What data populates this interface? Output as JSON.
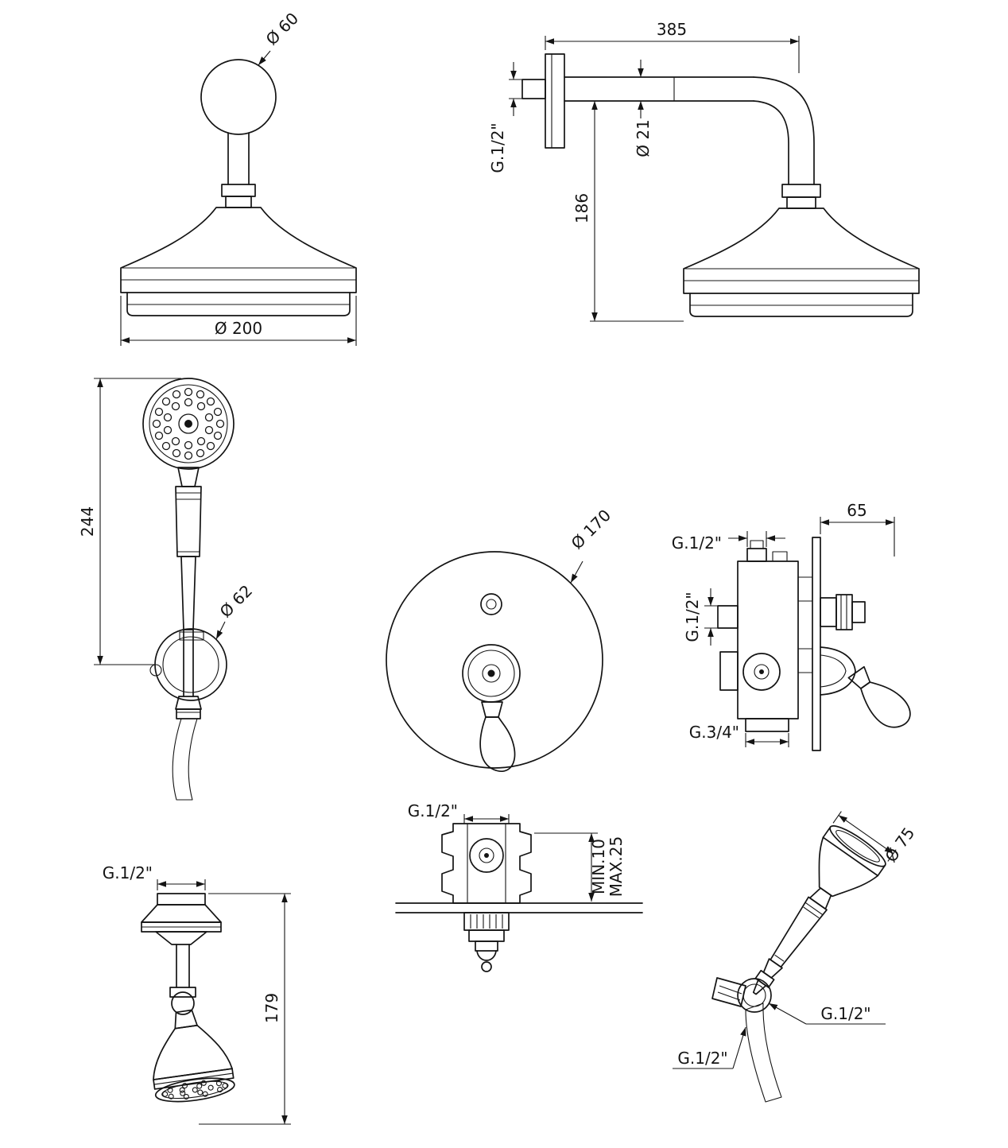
{
  "drawing": {
    "views": {
      "overhead_front": {
        "dia_flange": "Ø 60",
        "dia_head": "Ø 200"
      },
      "overhead_side": {
        "arm_length": "385",
        "wall_thread": "G.1/2\"",
        "arm_dia": "Ø 21",
        "drop_height": "186"
      },
      "handshower_front": {
        "length": "244",
        "bracket_dia": "Ø 62"
      },
      "mixer_front": {
        "plate_dia": "Ø 170"
      },
      "mixer_side": {
        "depth": "65",
        "thread_top": "G.1/2\"",
        "thread_inlet": "G.1/2\"",
        "thread_bottom": "G.3/4\""
      },
      "stop_valve": {
        "thread": "G.1/2\"",
        "wall_min": "MIN.10",
        "wall_max": "MAX.25"
      },
      "wall_shower": {
        "thread": "G.1/2\"",
        "height": "179"
      },
      "handshower_holder": {
        "head_dia": "Ø 75",
        "thread_bracket": "G.1/2\"",
        "thread_hose": "G.1/2\""
      }
    }
  }
}
